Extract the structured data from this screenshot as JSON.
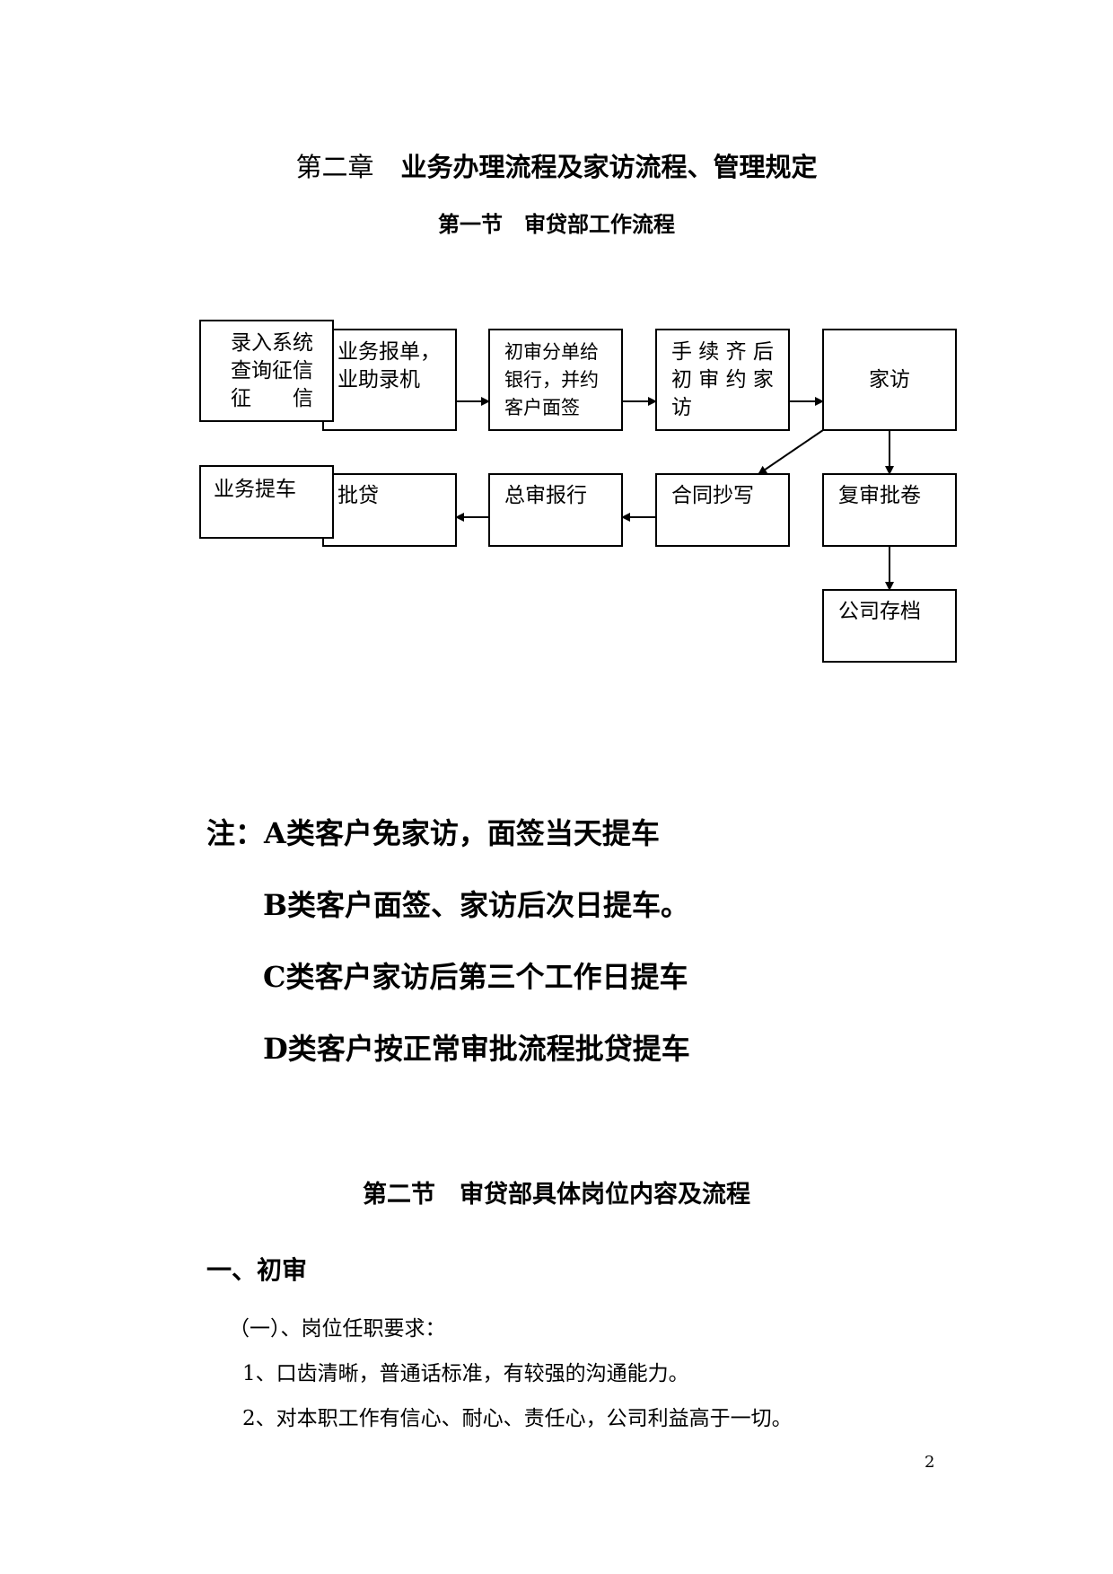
{
  "chapter": {
    "label": "第二章",
    "title": "业务办理流程及家访流程、管理规定"
  },
  "section1": {
    "title": "第一节　审贷部工作流程"
  },
  "flowchart": {
    "box_entry": [
      "录入系统",
      "查询征信",
      "征　　信"
    ],
    "box_report": [
      "业务报单，",
      "业助录机"
    ],
    "box_first_review": [
      "初审分单给",
      "银行，并约",
      "客户面签"
    ],
    "box_docs": [
      "手 续 齐 后",
      "初 审 约 家",
      "访"
    ],
    "box_home_visit": "家访",
    "box_pickup": "业务提车",
    "box_approve": "批贷",
    "box_final_review": "总审报行",
    "box_contract": "合同抄写",
    "box_recheck": "复审批卷",
    "box_archive": "公司存档"
  },
  "notes": {
    "a": "注：A类客户免家访，面签当天提车",
    "b": "B类客户面签、家访后次日提车。",
    "c": "C类客户家访后第三个工作日提车",
    "d": "D类客户按正常审批流程批贷提车"
  },
  "section2": {
    "title": "第二节　审贷部具体岗位内容及流程"
  },
  "heading_one": "一、初审",
  "requirements": {
    "heading": "（一）、岗位任职要求：",
    "items": [
      "1、口齿清晰，普通话标准，有较强的沟通能力。",
      "2、对本职工作有信心、耐心、责任心，公司利益高于一切。"
    ]
  },
  "page_number": "2"
}
